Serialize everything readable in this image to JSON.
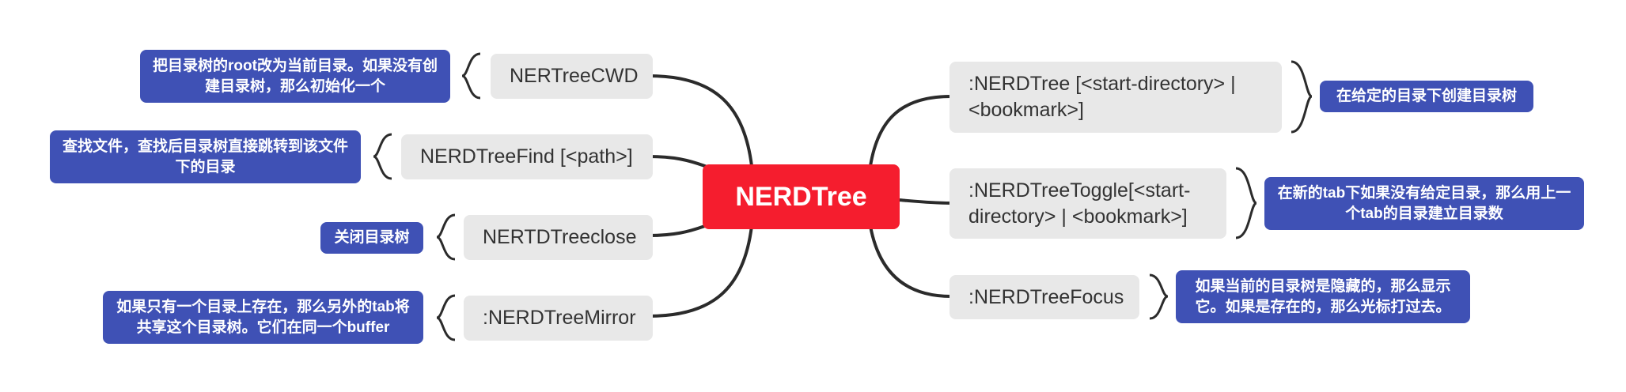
{
  "root": {
    "label": "NERDTree"
  },
  "left": [
    {
      "topic": "NERTreeCWD",
      "note": "把目录树的root改为当前目录。如果没有创建目录树，那么初始化一个"
    },
    {
      "topic": "NERDTreeFind [<path>]",
      "note": "查找文件，查找后目录树直接跳转到该文件下的目录"
    },
    {
      "topic": "NERTDTreeclose",
      "note": "关闭目录树"
    },
    {
      "topic": ":NERDTreeMirror",
      "note": "如果只有一个目录上存在，那么另外的tab将共享这个目录树。它们在同一个buffer"
    }
  ],
  "right": [
    {
      "topic": ":NERDTree [<start-directory> | <bookmark>]",
      "note": "在给定的目录下创建目录树"
    },
    {
      "topic": ":NERDTreeToggle[<start-directory> | <bookmark>]",
      "note": "在新的tab下如果没有给定目录，那么用上一个tab的目录建立目录数"
    },
    {
      "topic": ":NERDTreeFocus",
      "note": "如果当前的目录树是隐藏的，那么显示它。如果是存在的，那么光标打过去。"
    }
  ],
  "colors": {
    "root_bg": "#f51d2e",
    "topic_bg": "#e8e8e8",
    "note_bg": "#3f51b5",
    "line": "#2b2b2b"
  }
}
